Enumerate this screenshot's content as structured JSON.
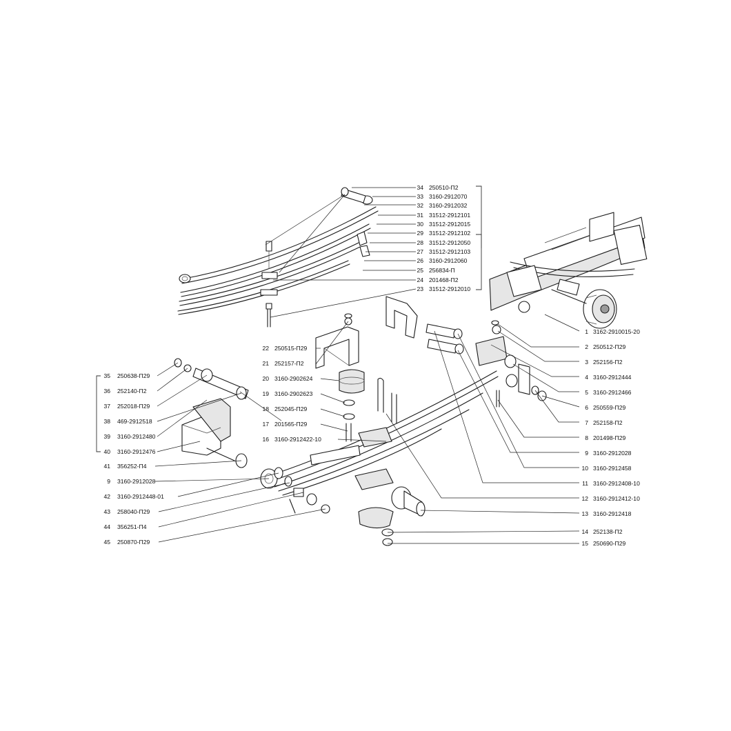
{
  "colors": {
    "line": "#1a1a1a",
    "leader": "#222222",
    "background": "#ffffff",
    "shade": "#e6e6e6"
  },
  "callouts": [
    {
      "num": "34",
      "code": "250510-П2"
    },
    {
      "num": "33",
      "code": "3160-2912070"
    },
    {
      "num": "32",
      "code": "3160-2912032"
    },
    {
      "num": "31",
      "code": "31512-2912101"
    },
    {
      "num": "30",
      "code": "31512-2912015"
    },
    {
      "num": "29",
      "code": "31512-2912102"
    },
    {
      "num": "28",
      "code": "31512-2912050"
    },
    {
      "num": "27",
      "code": "31512-2912103"
    },
    {
      "num": "26",
      "code": "3160-2912060"
    },
    {
      "num": "25",
      "code": "256834-П"
    },
    {
      "num": "24",
      "code": "201468-П2"
    },
    {
      "num": "23",
      "code": "31512-2912010"
    },
    {
      "num": "22",
      "code": "250515-П29"
    },
    {
      "num": "21",
      "code": "252157-П2"
    },
    {
      "num": "20",
      "code": "3160-2902624"
    },
    {
      "num": "19",
      "code": "3160-2902623"
    },
    {
      "num": "18",
      "code": "252045-П29"
    },
    {
      "num": "17",
      "code": "201565-П29"
    },
    {
      "num": "16",
      "code": "3160-2912422-10"
    },
    {
      "num": "35",
      "code": "250638-П29"
    },
    {
      "num": "36",
      "code": "252140-П2"
    },
    {
      "num": "37",
      "code": "252018-П29"
    },
    {
      "num": "38",
      "code": "469-2912518"
    },
    {
      "num": "39",
      "code": "3160-2912480"
    },
    {
      "num": "40",
      "code": "3160-2912476"
    },
    {
      "num": "41",
      "code": "356252-П4"
    },
    {
      "num": "9",
      "code": "3160-2912028"
    },
    {
      "num": "42",
      "code": "3160-2912448-01"
    },
    {
      "num": "43",
      "code": "258040-П29"
    },
    {
      "num": "44",
      "code": "356251-П4"
    },
    {
      "num": "45",
      "code": "250870-П29"
    },
    {
      "num": "1",
      "code": "3162-2910015-20"
    },
    {
      "num": "2",
      "code": "250512-П29"
    },
    {
      "num": "3",
      "code": "252156-П2"
    },
    {
      "num": "4",
      "code": "3160-2912444"
    },
    {
      "num": "5",
      "code": "3160-2912466"
    },
    {
      "num": "6",
      "code": "250559-П29"
    },
    {
      "num": "7",
      "code": "252158-П2"
    },
    {
      "num": "8",
      "code": "201498-П29"
    },
    {
      "num": "9",
      "code": "3160-2912028"
    },
    {
      "num": "10",
      "code": "3160-2912458"
    },
    {
      "num": "11",
      "code": "3160-2912408-10"
    },
    {
      "num": "12",
      "code": "3160-2912412-10"
    },
    {
      "num": "13",
      "code": "3160-2912418"
    },
    {
      "num": "14",
      "code": "252138-П2"
    },
    {
      "num": "15",
      "code": "250690-П29"
    }
  ]
}
